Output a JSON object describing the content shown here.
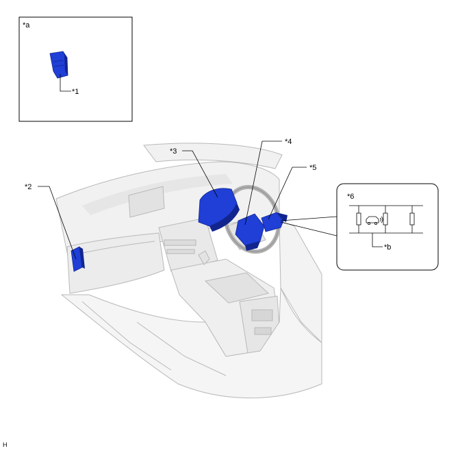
{
  "callouts": {
    "a": "*a",
    "b": "*b",
    "n1": "*1",
    "n2": "*2",
    "n3": "*3",
    "n4": "*4",
    "n5": "*5",
    "n6": "*6"
  },
  "footer_code": "H",
  "colors": {
    "component_blue": "#1f3fd6",
    "component_blue_dark": "#12258f",
    "dashboard_fill": "#f1f1f1",
    "dashboard_stroke": "#b8b8b8",
    "leader_line": "#000000"
  },
  "icons": [
    "car-detection-icon"
  ]
}
